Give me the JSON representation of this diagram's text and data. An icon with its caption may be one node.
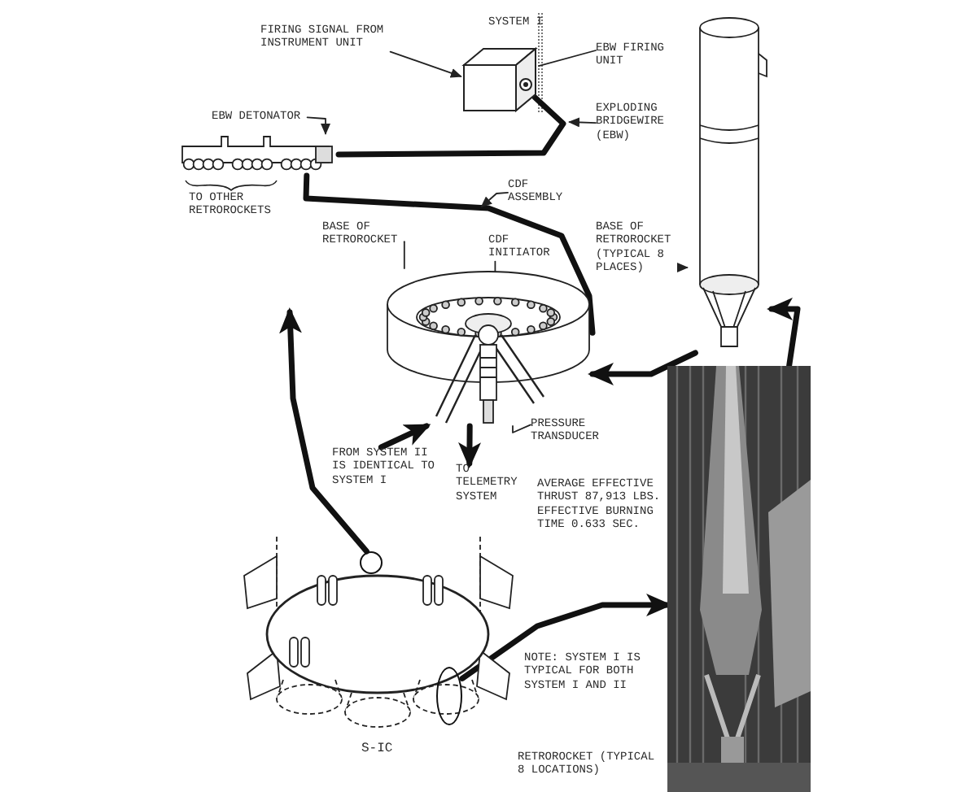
{
  "diagram": {
    "nodes": [
      {
        "text": [
          "FIRING SIGNAL FROM INSTRUMENT UNIT"
        ]
      },
      {
        "text": [],
        "shape": "box"
      },
      {
        "text": [
          "EBW FIRING UNIT"
        ]
      },
      {
        "text": [
          "EXPLODING BRIDGEWIRE (EBW)"
        ]
      },
      {
        "text": [
          "EBW DETONATOR"
        ]
      },
      {
        "text": [],
        "shape": "picture"
      },
      {
        "text": [
          "CDF ASSEMBLY"
        ]
      },
      {
        "text": [
          "BASE OF RETROROCKET"
        ]
      },
      {
        "text": [],
        "shape": "picture"
      },
      {
        "text": [
          "CDF INITIATOR"
        ]
      },
      {
        "text": [
          "PRESSURE TRANSDUCER"
        ]
      },
      {
        "text": [],
        "shape": "picture"
      },
      {
        "text": [],
        "shape": "picture"
      },
      {
        "text": [
          "BASE OF RETROROCKET (TYPICAL 8 PLACES)"
        ]
      },
      {
        "text": [
          "FROM SYSTEM II IS IDENTICAL TO SYSTEM I"
        ]
      },
      {
        "text": [
          "TO TELEMETRY SYSTEM"
        ]
      },
      {
        "text": [
          "S-IC"
        ]
      },
      {
        "text": [],
        "shape": "circle"
      },
      {
        "text": [],
        "shape": "circle"
      },
      {
        "text": [],
        "shape": "picture",
        "beside": [
          "AVERAGE EFFECTIVE THRUST 87,913 LBS. EFFECTIVE BURNING TIME 0.633 SEC.",
          "RETROROCKET (TYPICAL 8 LOCATIONS)"
        ]
      }
    ],
    "edges": [
      {
        "from": 0,
        "to": 1,
        "arrow": "to"
      },
      {
        "from": 2,
        "to": 1,
        "arrow": "none"
      },
      {
        "from": 3,
        "to": null,
        "arrow": "to"
      },
      {
        "from": 4,
        "to": 5,
        "arrow": "to"
      },
      {
        "from": 1,
        "to": 5,
        "arrow": "none",
        "style": "thick"
      },
      {
        "from": 5,
        "to": 8,
        "arrow": "none",
        "style": "thick"
      },
      {
        "from": 6,
        "to": null,
        "arrow": "to"
      },
      {
        "from": 7,
        "to": 8,
        "arrow": "none"
      },
      {
        "from": 9,
        "to": 11,
        "arrow": "none"
      },
      {
        "from": 10,
        "to": 11,
        "arrow": "none"
      },
      {
        "from": 14,
        "to": 11,
        "arrow": "to",
        "style": "thick"
      },
      {
        "from": 11,
        "to": 15,
        "arrow": "to",
        "style": "thick"
      },
      {
        "from": 12,
        "to": 8,
        "arrow": "to",
        "style": "thick"
      },
      {
        "from": 13,
        "to": 12,
        "arrow": "to"
      },
      {
        "from": 19,
        "to": 12,
        "arrow": "to",
        "style": "thick"
      },
      {
        "from": 18,
        "to": 19,
        "arrow": "to",
        "style": "thick"
      },
      {
        "from": 17,
        "to": null,
        "arrow": "to",
        "style": "thick"
      }
    ],
    "labels": [
      "SYSTEM I",
      "TO OTHER RETROROCKETS",
      "NOTE: SYSTEM I IS TYPICAL FOR BOTH SYSTEM I AND II"
    ]
  }
}
